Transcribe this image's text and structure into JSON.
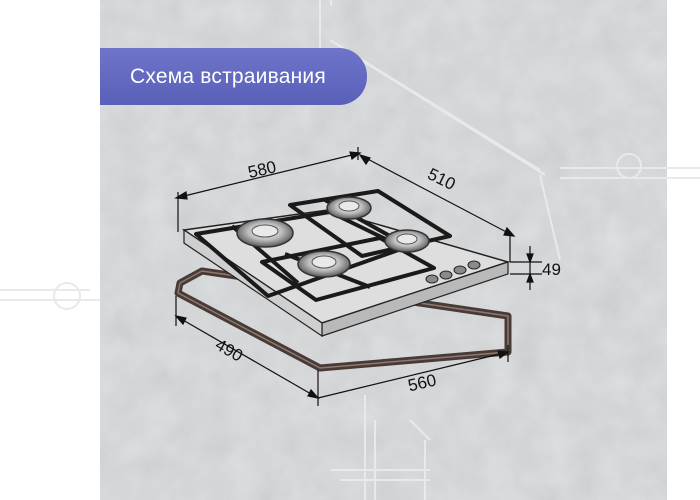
{
  "header": {
    "title": "Схема встраивания"
  },
  "dimensions": {
    "hob_width": "580",
    "hob_depth": "510",
    "hob_height": "49",
    "cutout_depth": "490",
    "cutout_width": "560"
  },
  "hob": {
    "burners": 4,
    "knobs": 4
  },
  "colors": {
    "badge": "#5f66bd",
    "background": "#c9ccce",
    "frame": "#4a3a36",
    "grate": "#1a1a1a"
  }
}
